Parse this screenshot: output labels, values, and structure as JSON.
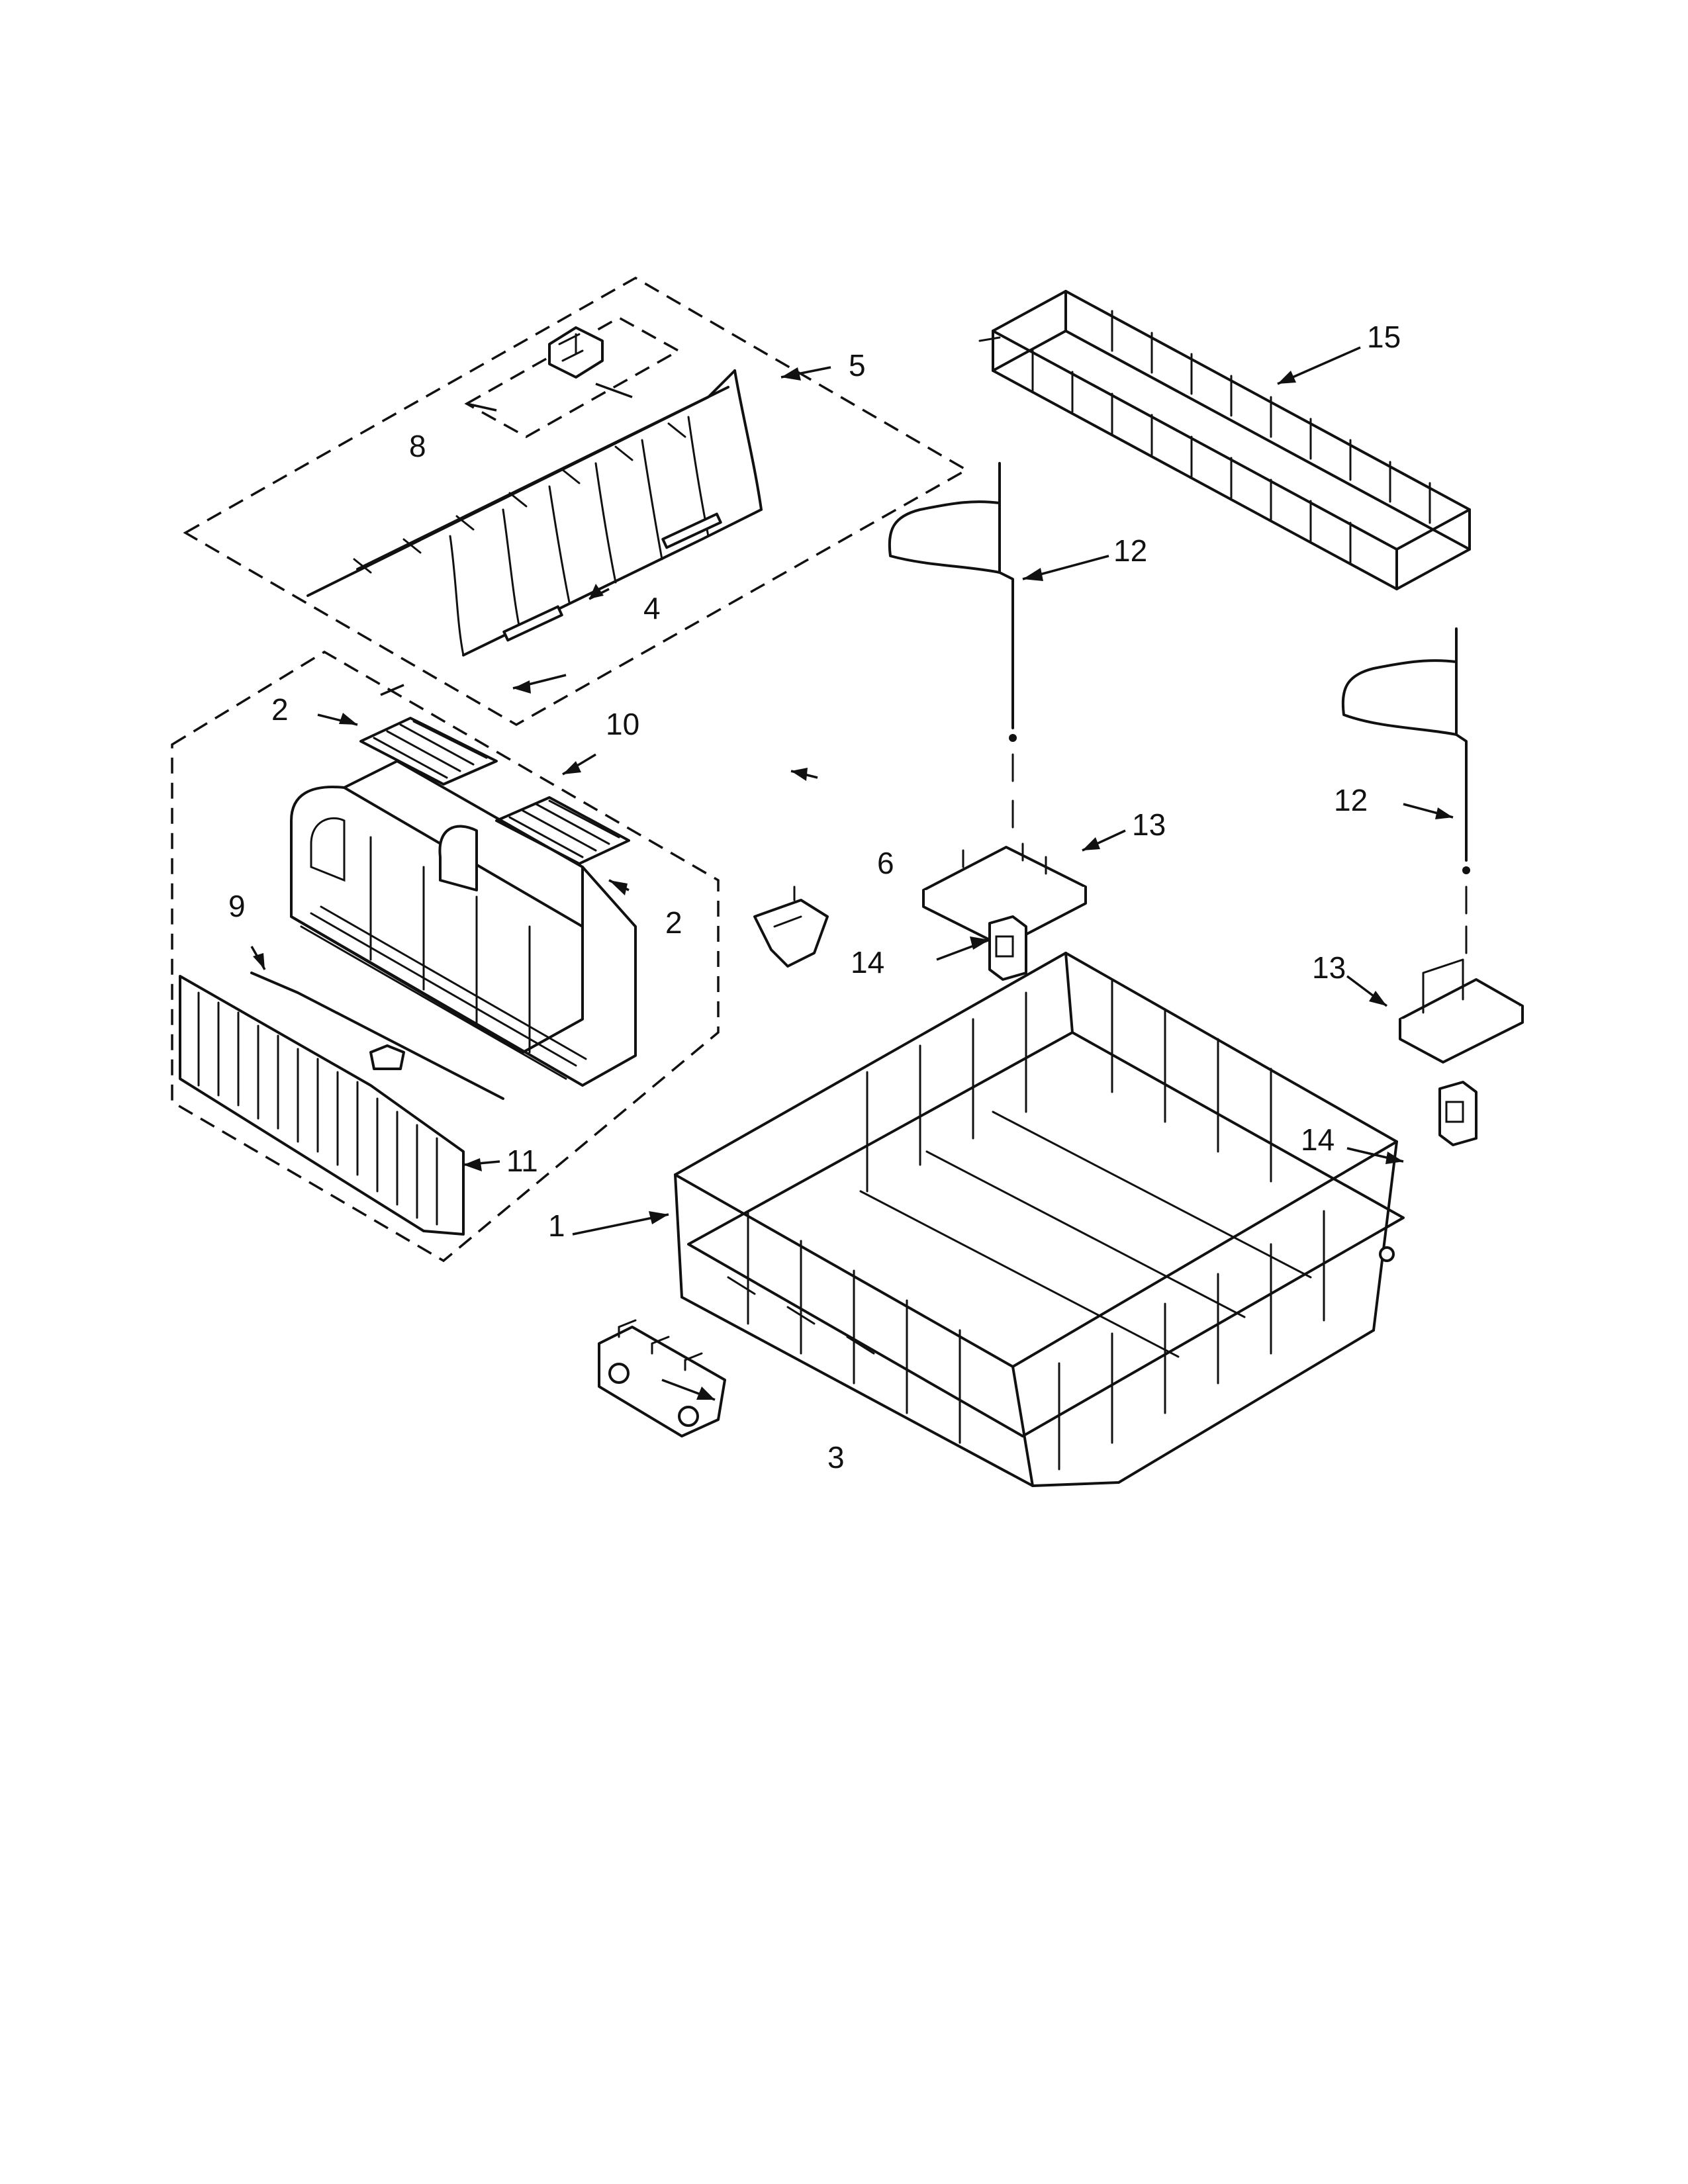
{
  "diagram": {
    "callouts": [
      {
        "id": "callout-1",
        "label": "1"
      },
      {
        "id": "callout-2a",
        "label": "2"
      },
      {
        "id": "callout-2b",
        "label": "2"
      },
      {
        "id": "callout-3",
        "label": "3"
      },
      {
        "id": "callout-4",
        "label": "4"
      },
      {
        "id": "callout-5",
        "label": "5"
      },
      {
        "id": "callout-6",
        "label": "6"
      },
      {
        "id": "callout-8",
        "label": "8"
      },
      {
        "id": "callout-9",
        "label": "9"
      },
      {
        "id": "callout-10",
        "label": "10"
      },
      {
        "id": "callout-11",
        "label": "11"
      },
      {
        "id": "callout-12a",
        "label": "12"
      },
      {
        "id": "callout-12b",
        "label": "12"
      },
      {
        "id": "callout-13a",
        "label": "13"
      },
      {
        "id": "callout-13b",
        "label": "13"
      },
      {
        "id": "callout-14a",
        "label": "14"
      },
      {
        "id": "callout-14b",
        "label": "14"
      },
      {
        "id": "callout-15",
        "label": "15"
      }
    ]
  }
}
